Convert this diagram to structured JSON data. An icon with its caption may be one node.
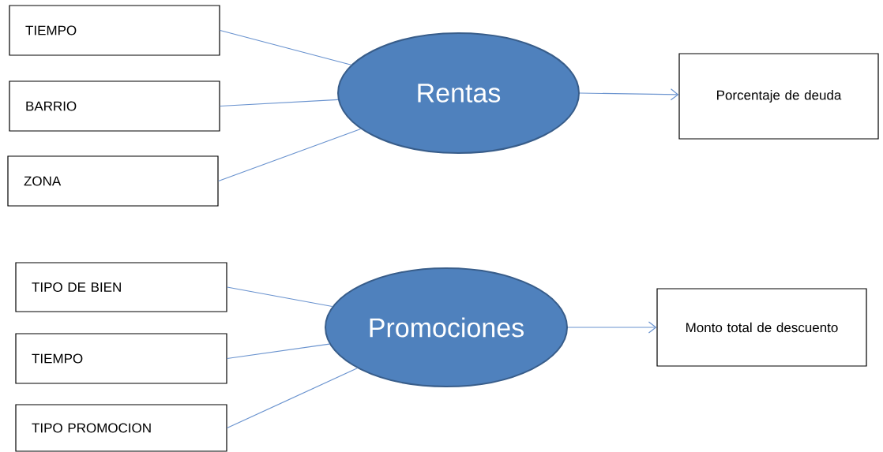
{
  "diagram": {
    "nodes": [
      {
        "text": [
          "TIEMPO"
        ]
      },
      {
        "text": [
          "BARRIO"
        ]
      },
      {
        "text": [
          "ZONA"
        ]
      },
      {
        "text": [
          "Rentas"
        ]
      },
      {
        "text": [
          "Porcentaje de deuda"
        ]
      },
      {
        "text": [
          "TIPO DE BIEN"
        ]
      },
      {
        "text": [
          "TIEMPO"
        ]
      },
      {
        "text": [
          "TIPO PROMOCION"
        ]
      },
      {
        "text": [
          "Promociones"
        ]
      },
      {
        "text": [
          "Monto total de descuento"
        ]
      }
    ],
    "edges": [
      {
        "from": 0,
        "to": 3,
        "arrow": "none"
      },
      {
        "from": 1,
        "to": 3,
        "arrow": "none"
      },
      {
        "from": 2,
        "to": 3,
        "arrow": "none"
      },
      {
        "from": 3,
        "to": 4,
        "arrow": "to"
      },
      {
        "from": 5,
        "to": 8,
        "arrow": "none"
      },
      {
        "from": 6,
        "to": 8,
        "arrow": "none"
      },
      {
        "from": 7,
        "to": 8,
        "arrow": "none"
      },
      {
        "from": 8,
        "to": 9,
        "arrow": "to"
      }
    ]
  }
}
